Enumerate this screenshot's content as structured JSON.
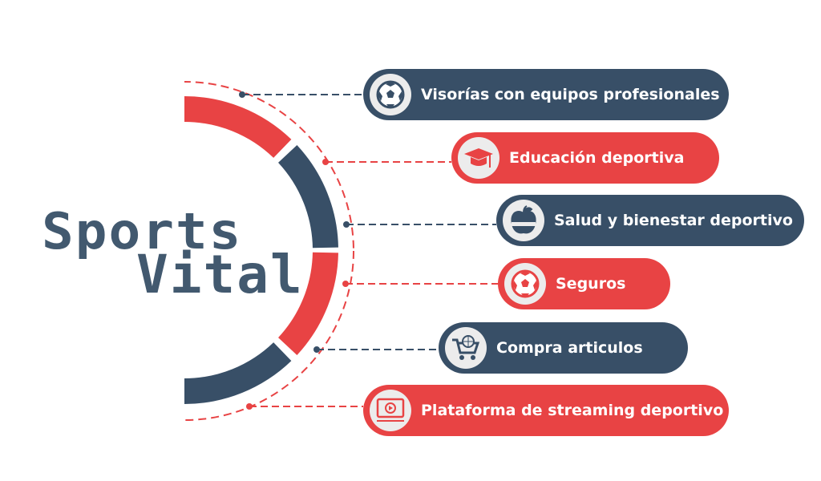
{
  "logo": {
    "line1": "Sports",
    "line2": "Vital"
  },
  "colors": {
    "dark": "#384f67",
    "red": "#e84344",
    "icon_bg": "#ececec"
  },
  "items": [
    {
      "label": "Visorías con equipos profesionales",
      "icon": "soccer-ball-icon",
      "color": "dark"
    },
    {
      "label": "Educación deportiva",
      "icon": "graduation-cap-icon",
      "color": "red"
    },
    {
      "label": "Salud y bienestar deportivo",
      "icon": "apple-measure-icon",
      "color": "dark"
    },
    {
      "label": "Seguros",
      "icon": "soccer-ball-icon",
      "color": "red"
    },
    {
      "label": "Compra articulos",
      "icon": "shopping-cart-globe-icon",
      "color": "dark"
    },
    {
      "label": "Plataforma de streaming deportivo",
      "icon": "video-screen-icon",
      "color": "red"
    }
  ]
}
